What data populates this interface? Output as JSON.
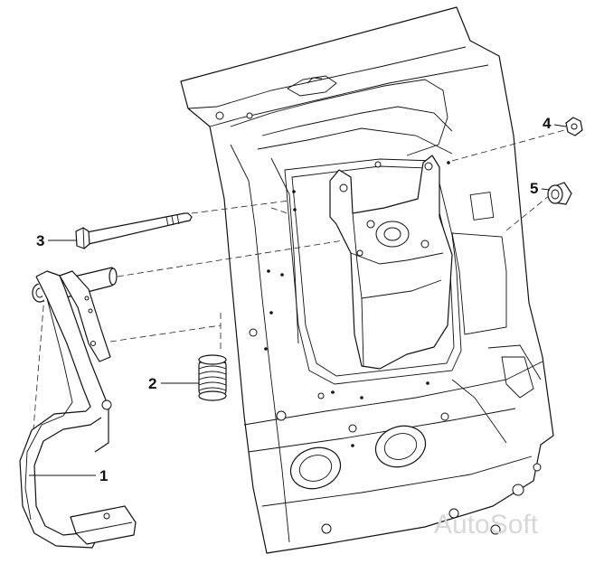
{
  "callouts": [
    "1",
    "2",
    "3",
    "4",
    "5"
  ],
  "watermark": "AutoSoft"
}
